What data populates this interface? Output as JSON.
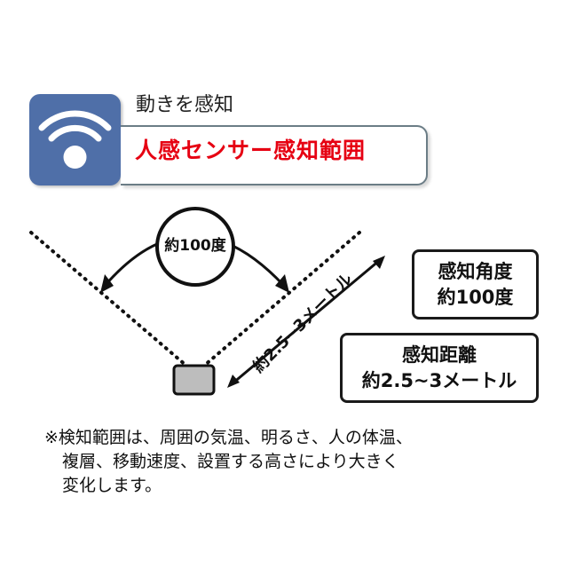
{
  "header": {
    "icon_name": "motion-sensor-icon",
    "subtitle": "動きを感知",
    "title": "人感センサー感知範囲"
  },
  "diagram": {
    "angle_label": "約100度",
    "distance_label": "約2.5~3メートル"
  },
  "info_boxes": {
    "angle": {
      "line1": "感知角度",
      "line2": "約100度"
    },
    "distance": {
      "line1": "感知距離",
      "line2": "約2.5~3メートル"
    }
  },
  "footnote": {
    "line1": "※検知範囲は、周囲の気温、明るさ、人の体温、",
    "line2": "複層、移動速度、設置する高さにより大きく",
    "line3": "変化します。"
  },
  "colors": {
    "icon_bg": "#4f6fa8",
    "title_red": "#e60012"
  }
}
